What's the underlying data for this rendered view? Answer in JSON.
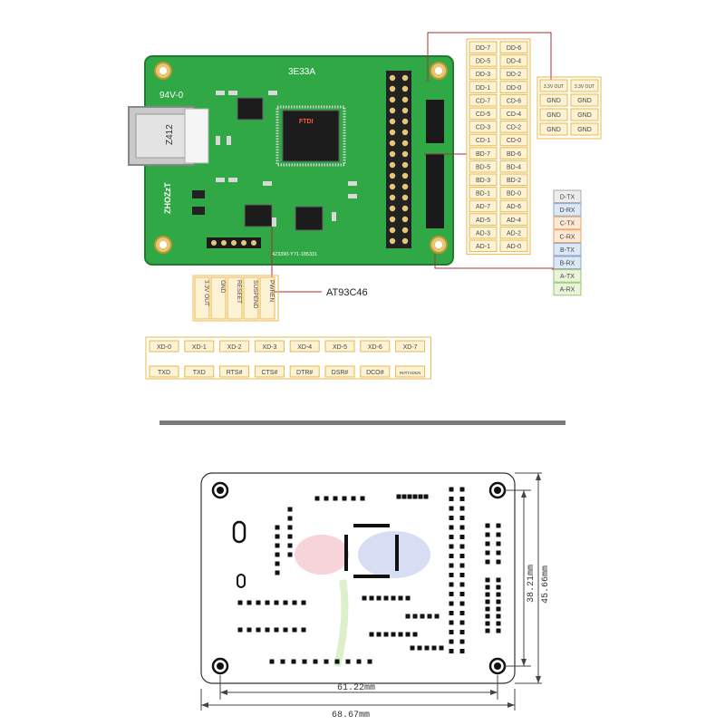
{
  "board": {
    "silk_top": "3E33A",
    "silk_left": "94V-0",
    "silk_usb": "Z412",
    "chip_label": "FTDI",
    "ic_callout": "AT93C46",
    "barcode": "423390-Y71-185331",
    "logo": "ZHOZzT"
  },
  "bottom_header": {
    "labels": [
      "3.3V OUT",
      "GND",
      "RESEET",
      "SUSPEND",
      "PWREN"
    ]
  },
  "right_header": {
    "rows": [
      [
        "DD-7",
        "DD-6"
      ],
      [
        "DD-5",
        "DD-4"
      ],
      [
        "DD-3",
        "DD-2"
      ],
      [
        "DD-1",
        "DD-0"
      ],
      [
        "CD-7",
        "CD-6"
      ],
      [
        "CD-5",
        "CD-4"
      ],
      [
        "CD-3",
        "CD-2"
      ],
      [
        "CD-1",
        "CD-0"
      ],
      [
        "BD-7",
        "BD-6"
      ],
      [
        "BD-5",
        "BD-4"
      ],
      [
        "BD-3",
        "BD-2"
      ],
      [
        "BD-1",
        "BD-0"
      ],
      [
        "AD-7",
        "AD-6"
      ],
      [
        "AD-5",
        "AD-4"
      ],
      [
        "AD-3",
        "AD-2"
      ],
      [
        "AD-1",
        "AD-0"
      ]
    ]
  },
  "power_header": {
    "rows": [
      [
        "3.3V OUT",
        "3.3V OUT"
      ],
      [
        "GND",
        "GND"
      ],
      [
        "GND",
        "GND"
      ],
      [
        "GND",
        "GND"
      ]
    ]
  },
  "uart_header": {
    "labels": [
      "D-TX",
      "D-RX",
      "C-TX",
      "C-RX",
      "B-TX",
      "B-RX",
      "A-TX",
      "A-RX"
    ]
  },
  "xd_row": {
    "top": [
      "XD-0",
      "XD-1",
      "XD-2",
      "XD-3",
      "XD-4",
      "XD-5",
      "XD-6",
      "XD-7"
    ],
    "bottom": [
      "TXD",
      "TXD",
      "RTS#",
      "CTS#",
      "DTR#",
      "DSR#",
      "DCO#",
      "RI#/TXDEN"
    ]
  },
  "dimensions": {
    "width_inner": "61.22mm",
    "width_outer": "68.67mm",
    "height_inner": "38.21mm",
    "height_outer": "45.66mm"
  },
  "colors": {
    "pcb_green": "#2fa845",
    "callout_red": "#a83232",
    "gold_border": "#e8b84a",
    "divider": "#7a7a7a"
  }
}
